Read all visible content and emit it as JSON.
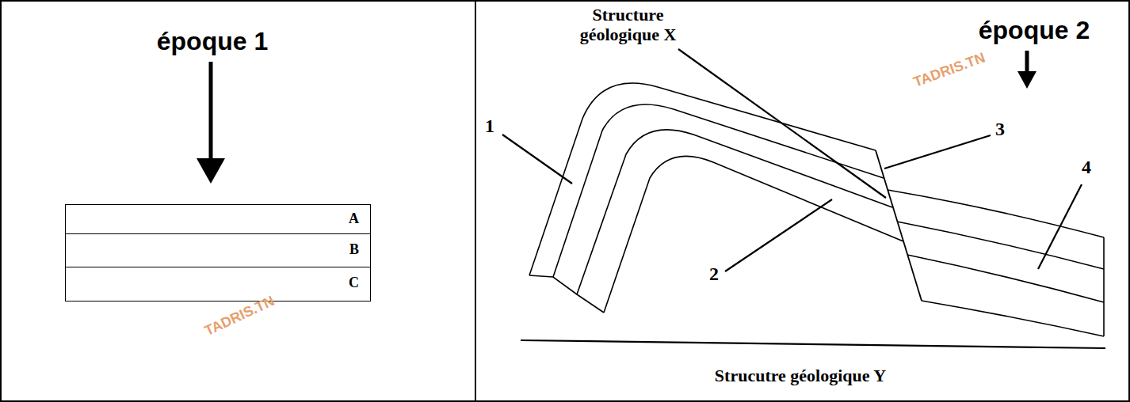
{
  "diagram": {
    "nodes": [
      {
        "text": [
          "A"
        ]
      },
      {
        "text": [
          "B"
        ]
      },
      {
        "text": [
          "C"
        ]
      }
    ],
    "labels": [
      "époque 1",
      "Structure géologique X",
      "époque 2",
      "1",
      "2",
      "3",
      "4",
      "Strucutre géologique Y",
      "TADRIS.TN",
      "TADRIS.TN"
    ]
  }
}
